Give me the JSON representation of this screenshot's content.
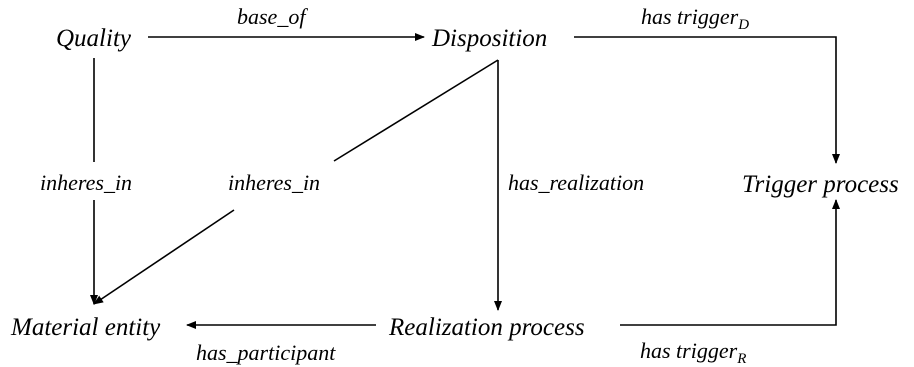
{
  "nodes": {
    "quality": "Quality",
    "disposition": "Disposition",
    "trigger_process": "Trigger process",
    "material_entity": "Material entity",
    "realization_process": "Realization process"
  },
  "edges": {
    "base_of": "base_of",
    "has_trigger_d": {
      "text": "has trigger",
      "subscript": "D"
    },
    "inheres_in_quality": "inheres_in",
    "inheres_in_disposition": "inheres_in",
    "has_realization": "has_realization",
    "has_participant": "has_participant",
    "has_trigger_r": {
      "text": "has trigger",
      "subscript": "R"
    }
  },
  "colors": {
    "line": "#000000",
    "text": "#000000",
    "background": "#ffffff"
  }
}
